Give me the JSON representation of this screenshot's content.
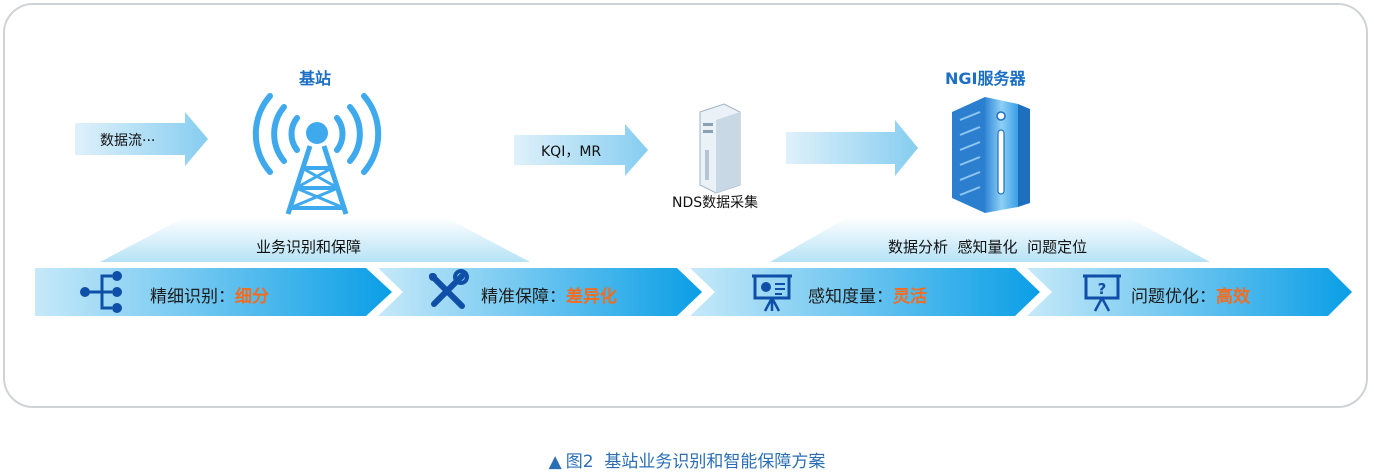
{
  "caption": {
    "marker": "▲",
    "text": "图2  基站业务识别和智能保障方案"
  },
  "stages": {
    "data_stream_label": "数据流···",
    "base_station_title": "基站",
    "kqi_mr_label": "KQI，MR",
    "nds_label": "NDS数据采集",
    "ngi_title": "NGI服务器",
    "base_platform_label": "业务识别和保障",
    "ngi_platform_label": "数据分析  感知量化  问题定位"
  },
  "band": {
    "segments": [
      {
        "label": "精细识别：",
        "highlight": "细分",
        "icon": "hierarchy-icon"
      },
      {
        "label": "精准保障：",
        "highlight": "差异化",
        "icon": "tools-icon"
      },
      {
        "label": "感知度量：",
        "highlight": "灵活",
        "icon": "presentation-board-icon"
      },
      {
        "label": "问题优化：",
        "highlight": "高效",
        "icon": "question-board-icon"
      }
    ]
  },
  "colors": {
    "accent": "#1a6fc4",
    "highlight": "#f36c1f",
    "band_dark": "#0096e0",
    "band_light": "#bfe6f8"
  }
}
